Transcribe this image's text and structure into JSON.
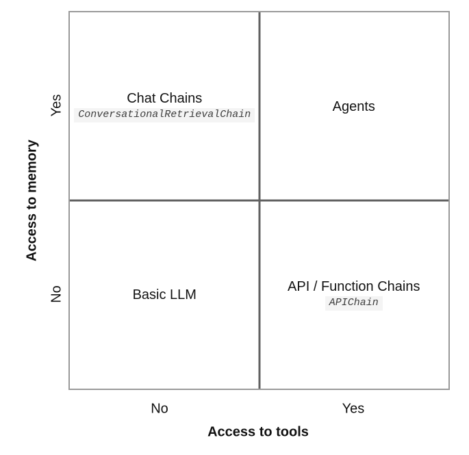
{
  "diagram": {
    "y_axis": {
      "title": "Access to memory",
      "labels": {
        "top": "Yes",
        "bottom": "No"
      }
    },
    "x_axis": {
      "title": "Access to tools",
      "labels": {
        "left": "No",
        "right": "Yes"
      }
    },
    "quadrants": {
      "top_left": {
        "title": "Chat Chains",
        "code": "ConversationalRetrievalChain"
      },
      "top_right": {
        "title": "Agents"
      },
      "bottom_left": {
        "title": "Basic LLM"
      },
      "bottom_right": {
        "title": "API / Function Chains",
        "code": "APIChain"
      }
    },
    "colors": {
      "background": "#ffffff",
      "outer_border": "#999999",
      "divider": "#616161",
      "text": "#111111",
      "code_text": "#3d3d3d",
      "code_background": "#f4f4f4"
    }
  }
}
